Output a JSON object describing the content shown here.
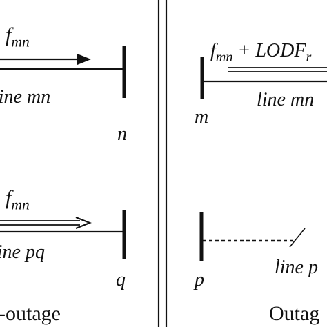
{
  "left_panel": {
    "top_flow_symbol": "f",
    "top_flow_subscript": "mn",
    "top_line_label": "line mn",
    "top_bus_label": "n",
    "bottom_flow_symbol": "f",
    "bottom_flow_subscript": "mn",
    "bottom_line_label": "line pq",
    "bottom_bus_label": "q",
    "caption": "-outage"
  },
  "right_panel": {
    "top_flow_symbol": "f",
    "top_flow_subscript": "mn",
    "top_flow_rest": " + LODF",
    "top_flow_rest_subscript": "r",
    "top_bus_label": "m",
    "top_line_label": "line mn",
    "bottom_bus_label": "p",
    "bottom_line_label": "line p",
    "caption": "Outag"
  }
}
